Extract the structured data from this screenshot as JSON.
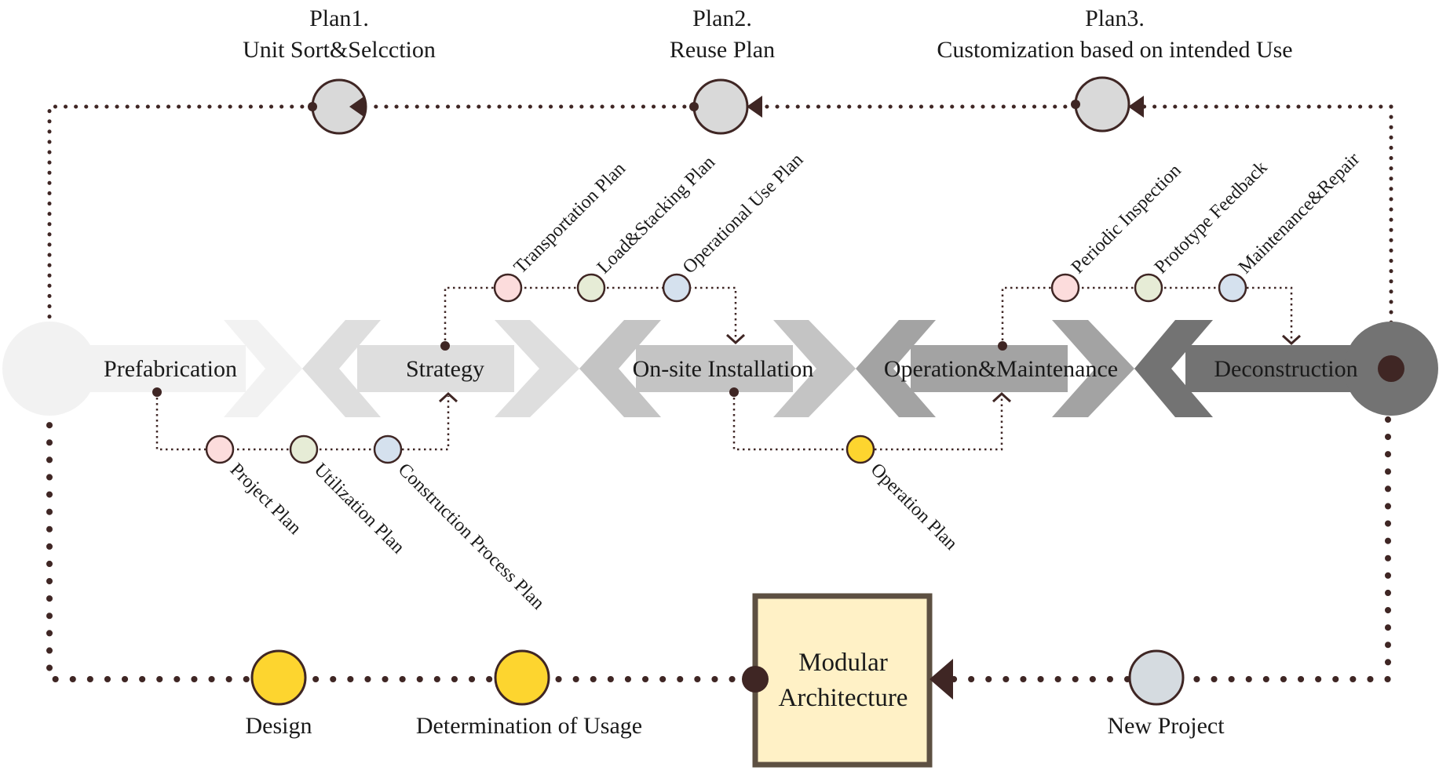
{
  "colors": {
    "path": "#3f2624",
    "plan_circle": "#d9d9d9",
    "pink": "#fcdcdc",
    "green": "#e6ecd6",
    "blue": "#d5e1ee",
    "yellow": "#fdd52f",
    "new_project": "#d5dbe0",
    "center_box_fill": "#fff1c6",
    "center_box_border": "#5d5042"
  },
  "top_plans": [
    {
      "line1": "Plan1.",
      "line2": "Unit Sort&Selcction"
    },
    {
      "line1": "Plan2.",
      "line2": "Reuse Plan"
    },
    {
      "line1": "Plan3.",
      "line2": "Customization based on intended Use"
    }
  ],
  "stages": [
    {
      "label": "Prefabrication",
      "fill": "#f2f2f2"
    },
    {
      "label": "Strategy",
      "fill": "#dedede"
    },
    {
      "label": "On-site Installation",
      "fill": "#c4c4c4"
    },
    {
      "label": "Operation&Maintenance",
      "fill": "#a3a3a3"
    },
    {
      "label": "Deconstruction",
      "fill": "#737373"
    }
  ],
  "upper_left_items": [
    {
      "label": "Transportation Plan",
      "color": "pink"
    },
    {
      "label": "Load&Stacking Plan",
      "color": "green"
    },
    {
      "label": "Operational Use Plan",
      "color": "blue"
    }
  ],
  "upper_right_items": [
    {
      "label": "Periodic Inspection",
      "color": "pink"
    },
    {
      "label": "Prototype Feedback",
      "color": "green"
    },
    {
      "label": "Maintenance&Repair",
      "color": "blue"
    }
  ],
  "lower_left_items": [
    {
      "label": "Project Plan",
      "color": "pink"
    },
    {
      "label": "Utilization Plan",
      "color": "green"
    },
    {
      "label": "Construction Process Plan",
      "color": "blue"
    }
  ],
  "lower_right_items": [
    {
      "label": "Operation Plan",
      "color": "yellow"
    }
  ],
  "bottom_nodes": {
    "design": "Design",
    "usage": "Determination of Usage",
    "new_project": "New Project"
  },
  "center": {
    "line1": "Modular",
    "line2": "Architecture"
  }
}
